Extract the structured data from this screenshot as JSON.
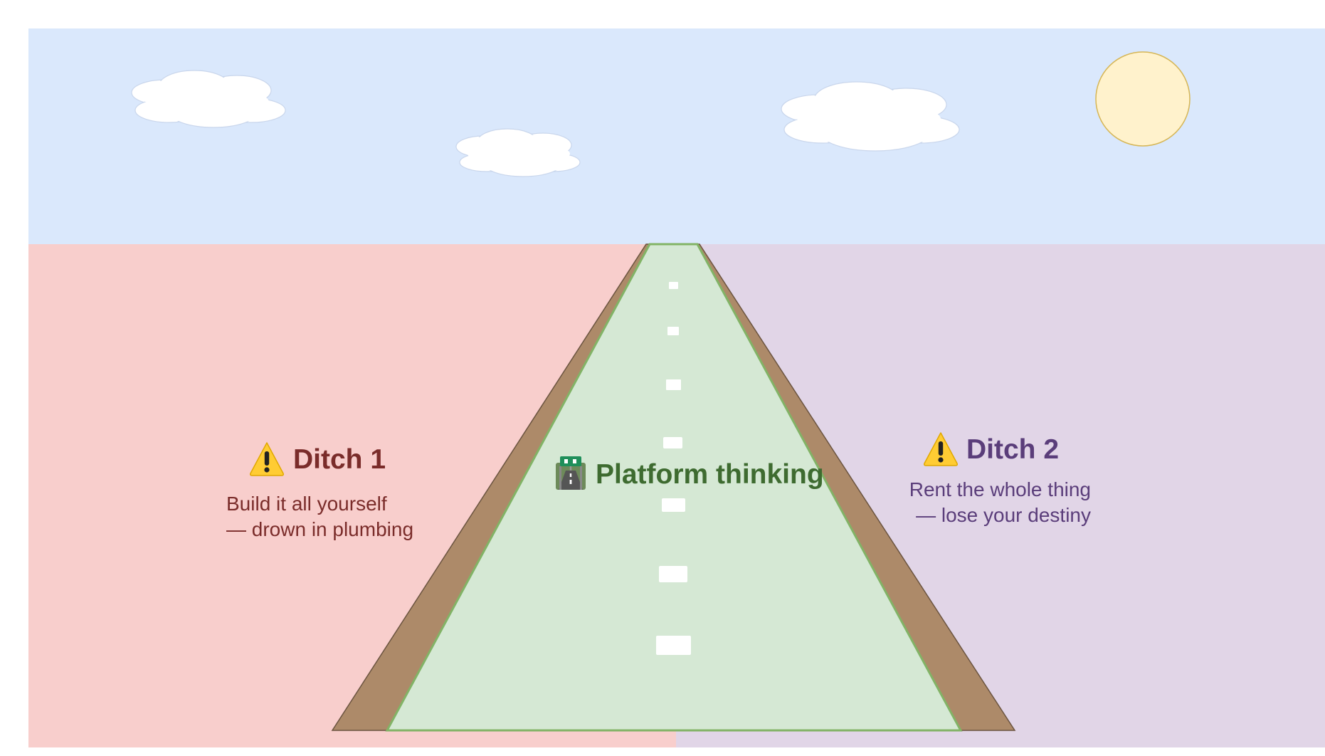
{
  "colors": {
    "sky": "#dae8fc",
    "sky_border": "#dae8fc",
    "left_ground": "#f8cecc",
    "right_ground": "#e1d5e7",
    "dirt": "#ad8a69",
    "dirt_stroke": "#6b5440",
    "road": "#d5e8d4",
    "road_stroke": "#82b366",
    "lane": "#ffffff",
    "cloud": "#ffffff",
    "cloud_stroke": "#c9d6ec",
    "sun": "#fff2cc",
    "sun_stroke": "#d6b656",
    "ditch1_text": "#7a2c2a",
    "ditch2_text": "#5a3d7a",
    "center_text": "#3e6b30"
  },
  "icons": {
    "warning": "warning-icon",
    "road": "motorway-icon"
  },
  "center": {
    "title": "Platform thinking"
  },
  "ditch1": {
    "title": "Ditch 1",
    "line1": "Build it all yourself",
    "line2": "— drown in plumbing"
  },
  "ditch2": {
    "title": "Ditch 2",
    "line1": "Rent the whole thing",
    "line2": "— lose your destiny"
  }
}
